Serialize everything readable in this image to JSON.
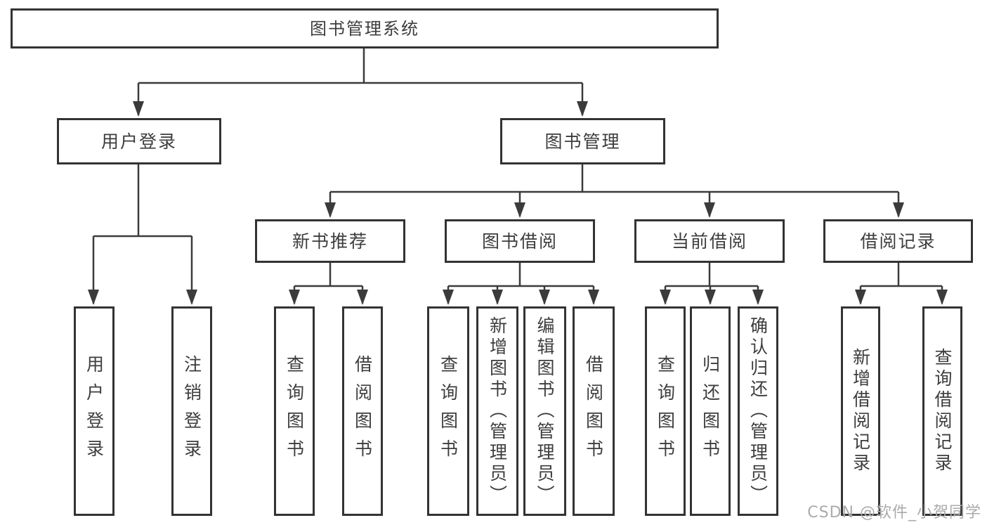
{
  "tree": {
    "root": {
      "label": "图书管理系统"
    },
    "branches": [
      {
        "label": "用户登录",
        "children": [
          {
            "label": "用户登录"
          },
          {
            "label": "注销登录"
          }
        ]
      },
      {
        "label": "图书管理",
        "children": [
          {
            "label": "新书推荐",
            "children": [
              {
                "label": "查询图书"
              },
              {
                "label": "借阅图书"
              }
            ]
          },
          {
            "label": "图书借阅",
            "children": [
              {
                "label": "查询图书"
              },
              {
                "label": "新增图书（管理员）"
              },
              {
                "label": "编辑图书（管理员）"
              },
              {
                "label": "借阅图书"
              }
            ]
          },
          {
            "label": "当前借阅",
            "children": [
              {
                "label": "查询图书"
              },
              {
                "label": "归还图书"
              },
              {
                "label": "确认归还（管理员）"
              }
            ]
          },
          {
            "label": "借阅记录",
            "children": [
              {
                "label": "新增借阅记录"
              },
              {
                "label": "查询借阅记录"
              }
            ]
          }
        ]
      }
    ]
  },
  "watermark": {
    "text": "CSDN @软件_小贺同学"
  },
  "colors": {
    "line": "#3b3b3b",
    "border": "#333333",
    "text": "#3d3d3d",
    "bg": "#ffffff",
    "watermark": "#ababab"
  }
}
